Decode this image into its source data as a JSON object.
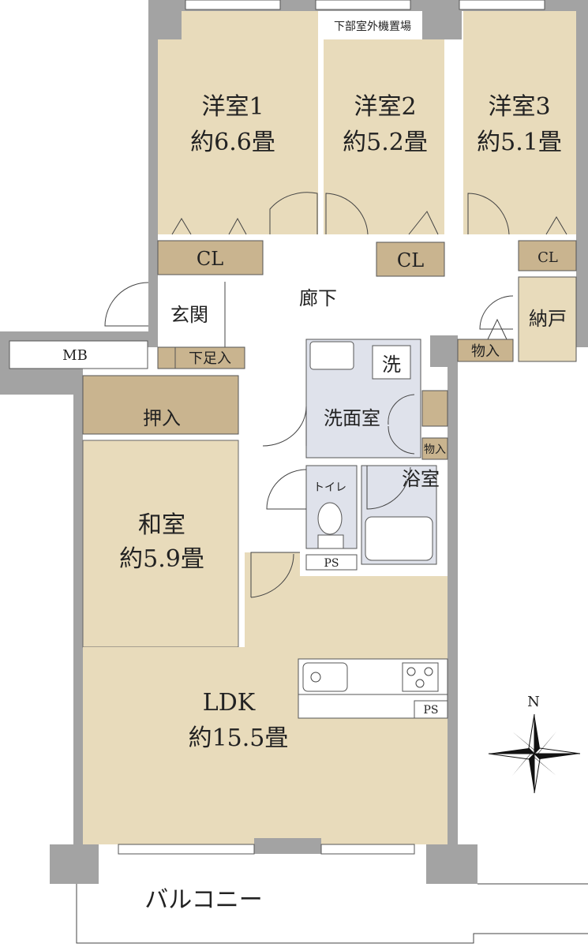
{
  "rooms": {
    "western1": {
      "name": "洋室1",
      "size": "約6.6畳"
    },
    "western2": {
      "name": "洋室2",
      "size": "約5.2畳"
    },
    "western3": {
      "name": "洋室3",
      "size": "約5.1畳"
    },
    "japanese": {
      "name": "和室",
      "size": "約5.9畳"
    },
    "ldk": {
      "name": "LDK",
      "size": "約15.5畳"
    }
  },
  "labels": {
    "outdoor_unit": "下部室外機置場",
    "closet1": "CL",
    "closet2": "CL",
    "closet3": "CL",
    "hallway": "廊下",
    "entrance": "玄関",
    "storage_room": "納戸",
    "storage1": "物入",
    "storage2": "物入",
    "shoe_box": "下足入",
    "mb": "MB",
    "oshiire": "押入",
    "washroom": "洗面室",
    "washer": "洗",
    "toilet": "トイレ",
    "bath": "浴室",
    "ps1": "PS",
    "ps2": "PS",
    "balcony": "バルコニー",
    "north": "N"
  },
  "colors": {
    "room": "#e8dbbb",
    "closet": "#c9b48f",
    "wall": "#a3a3a3",
    "wet": "#dfe2eb"
  }
}
